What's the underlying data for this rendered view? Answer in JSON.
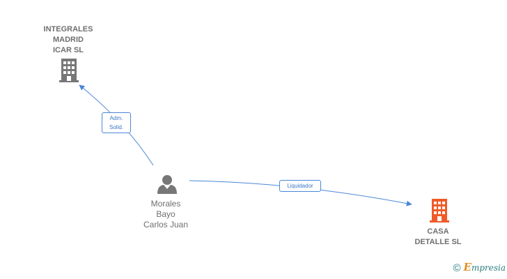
{
  "nodes": {
    "company_top": {
      "lines": [
        "INTEGRALES",
        "MADRID",
        "ICAR SL"
      ],
      "color": "#777777"
    },
    "person": {
      "lines": [
        "Morales",
        "Bayo",
        "Carlos Juan"
      ],
      "color": "#777777"
    },
    "company_right": {
      "lines": [
        "CASA",
        "DETALLE SL"
      ],
      "color": "#f05a28"
    }
  },
  "edges": [
    {
      "from": "person",
      "to": "company_top",
      "label_lines": [
        "Adm.",
        "Solid."
      ]
    },
    {
      "from": "person",
      "to": "company_right",
      "label_lines": [
        "Liquidador"
      ]
    }
  ],
  "edge_color": "#4a86d8",
  "watermark": {
    "symbol": "©",
    "brand_initial": "E",
    "brand_rest": "mpresia",
    "color": "#2b7c7c",
    "accent_color": "#e08d20"
  }
}
